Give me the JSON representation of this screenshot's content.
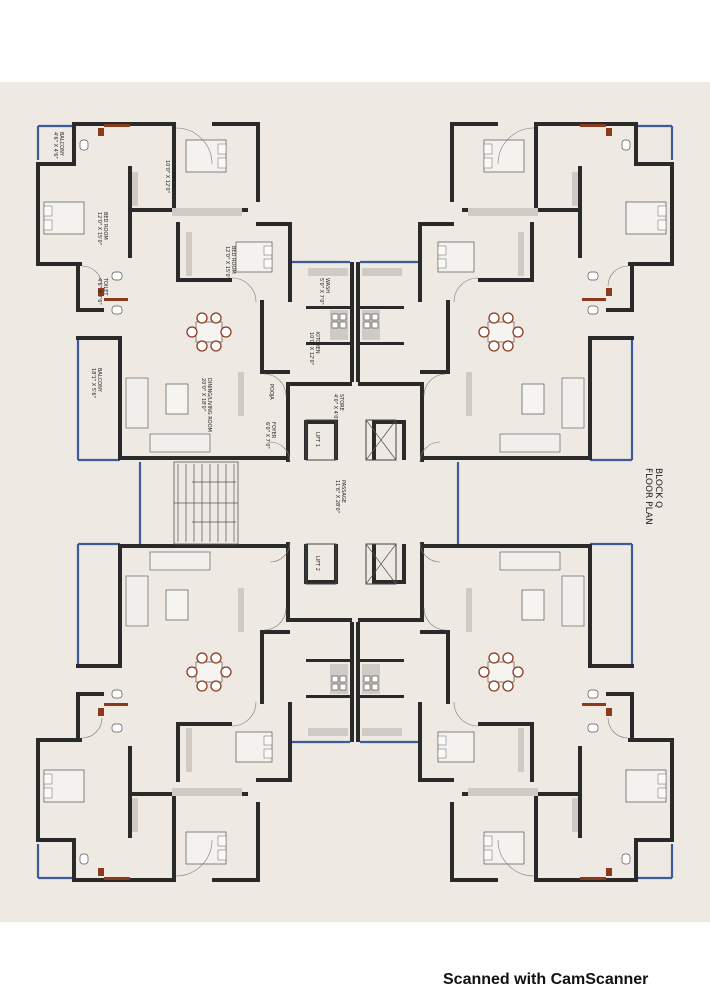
{
  "title": "BLOCK Q",
  "subtitle": "FLOOR PLAN",
  "footer": "Scanned with CamScanner",
  "core_labels": {
    "passage": "PASSAGE",
    "passage_size": "11'6\" X 28'0\"",
    "lift1": "LIFT 1",
    "lift2": "LIFT 2"
  },
  "room_labels": {
    "bed_room_a": "BED ROOM",
    "bed_room_a_size": "12'0\" X 15'0\"",
    "bed_room_b": "BED ROOM",
    "bed_room_b_size": "10'0\" X 12'0\"",
    "bed_room_c": "BED ROOM",
    "bed_room_c_size": "12'0\" X 15'0\"",
    "balcony": "BALCONY",
    "balcony_size": "4'6\" X 4'6\"",
    "balcony_large": "BALCONY",
    "balcony_large_size": "18'1\" X 5'6\"",
    "toilet": "TOILET",
    "toilet_size": "4'6\" X 7'6\"",
    "wash": "WASH",
    "wash_size": "5'0\" X 7'0\"",
    "kitchen": "KITCHEN",
    "kitchen_size": "10'0\" X 12'0\"",
    "dining": "DINING/LIVING ROOM",
    "dining_size": "20'0\" X 18'0\"",
    "store": "STORE",
    "store_size": "4'0\" X 4'0\"",
    "foyer": "FOYER",
    "foyer_size": "6'0\" X 7'0\"",
    "pooja": "POOJA"
  },
  "colors": {
    "sheet": "#efe9e3",
    "wall": "#2a2a2a",
    "window": "#3d5a9a",
    "furniture_accent": "#8b3a1c"
  }
}
